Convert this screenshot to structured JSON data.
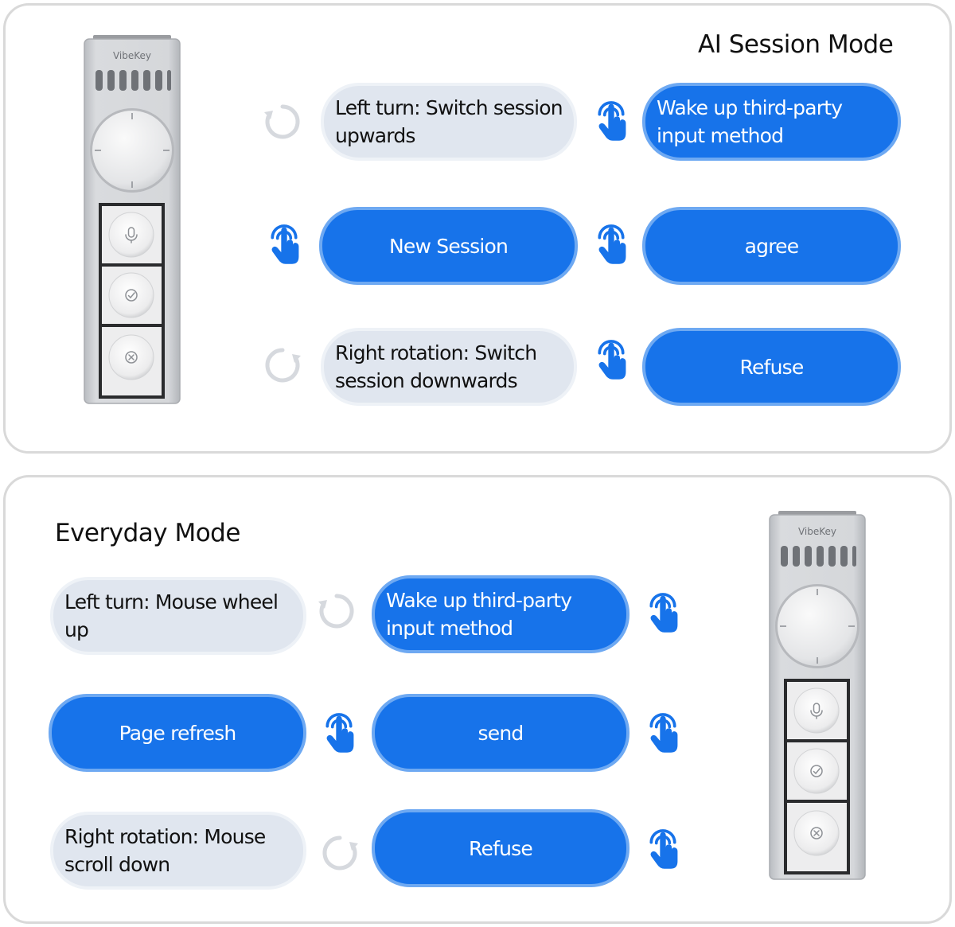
{
  "brand": "VibeKey",
  "colors": {
    "accent_blue": "#1773ea",
    "pill_gray": "#e0e6ef",
    "border": "#d9d9d9",
    "device_body": "#c9cbcf"
  },
  "ai_mode": {
    "title": "AI Session Mode",
    "left_turn": "Left turn: Switch session upwards",
    "right_rotation": "Right rotation: Switch session downwards",
    "new_session": "New Session",
    "wake_up": "Wake up third-party input method",
    "agree": "agree",
    "refuse": "Refuse"
  },
  "everyday_mode": {
    "title": "Everyday Mode",
    "left_turn": "Left turn: Mouse wheel up",
    "right_rotation": "Right rotation: Mouse scroll down",
    "page_refresh": "Page refresh",
    "wake_up": "Wake up third-party input method",
    "send": "send",
    "refuse": "Refuse"
  },
  "icons": [
    "rotate-left-icon",
    "rotate-right-icon",
    "tap-hand-icon",
    "microphone-icon",
    "check-icon",
    "cancel-icon"
  ]
}
